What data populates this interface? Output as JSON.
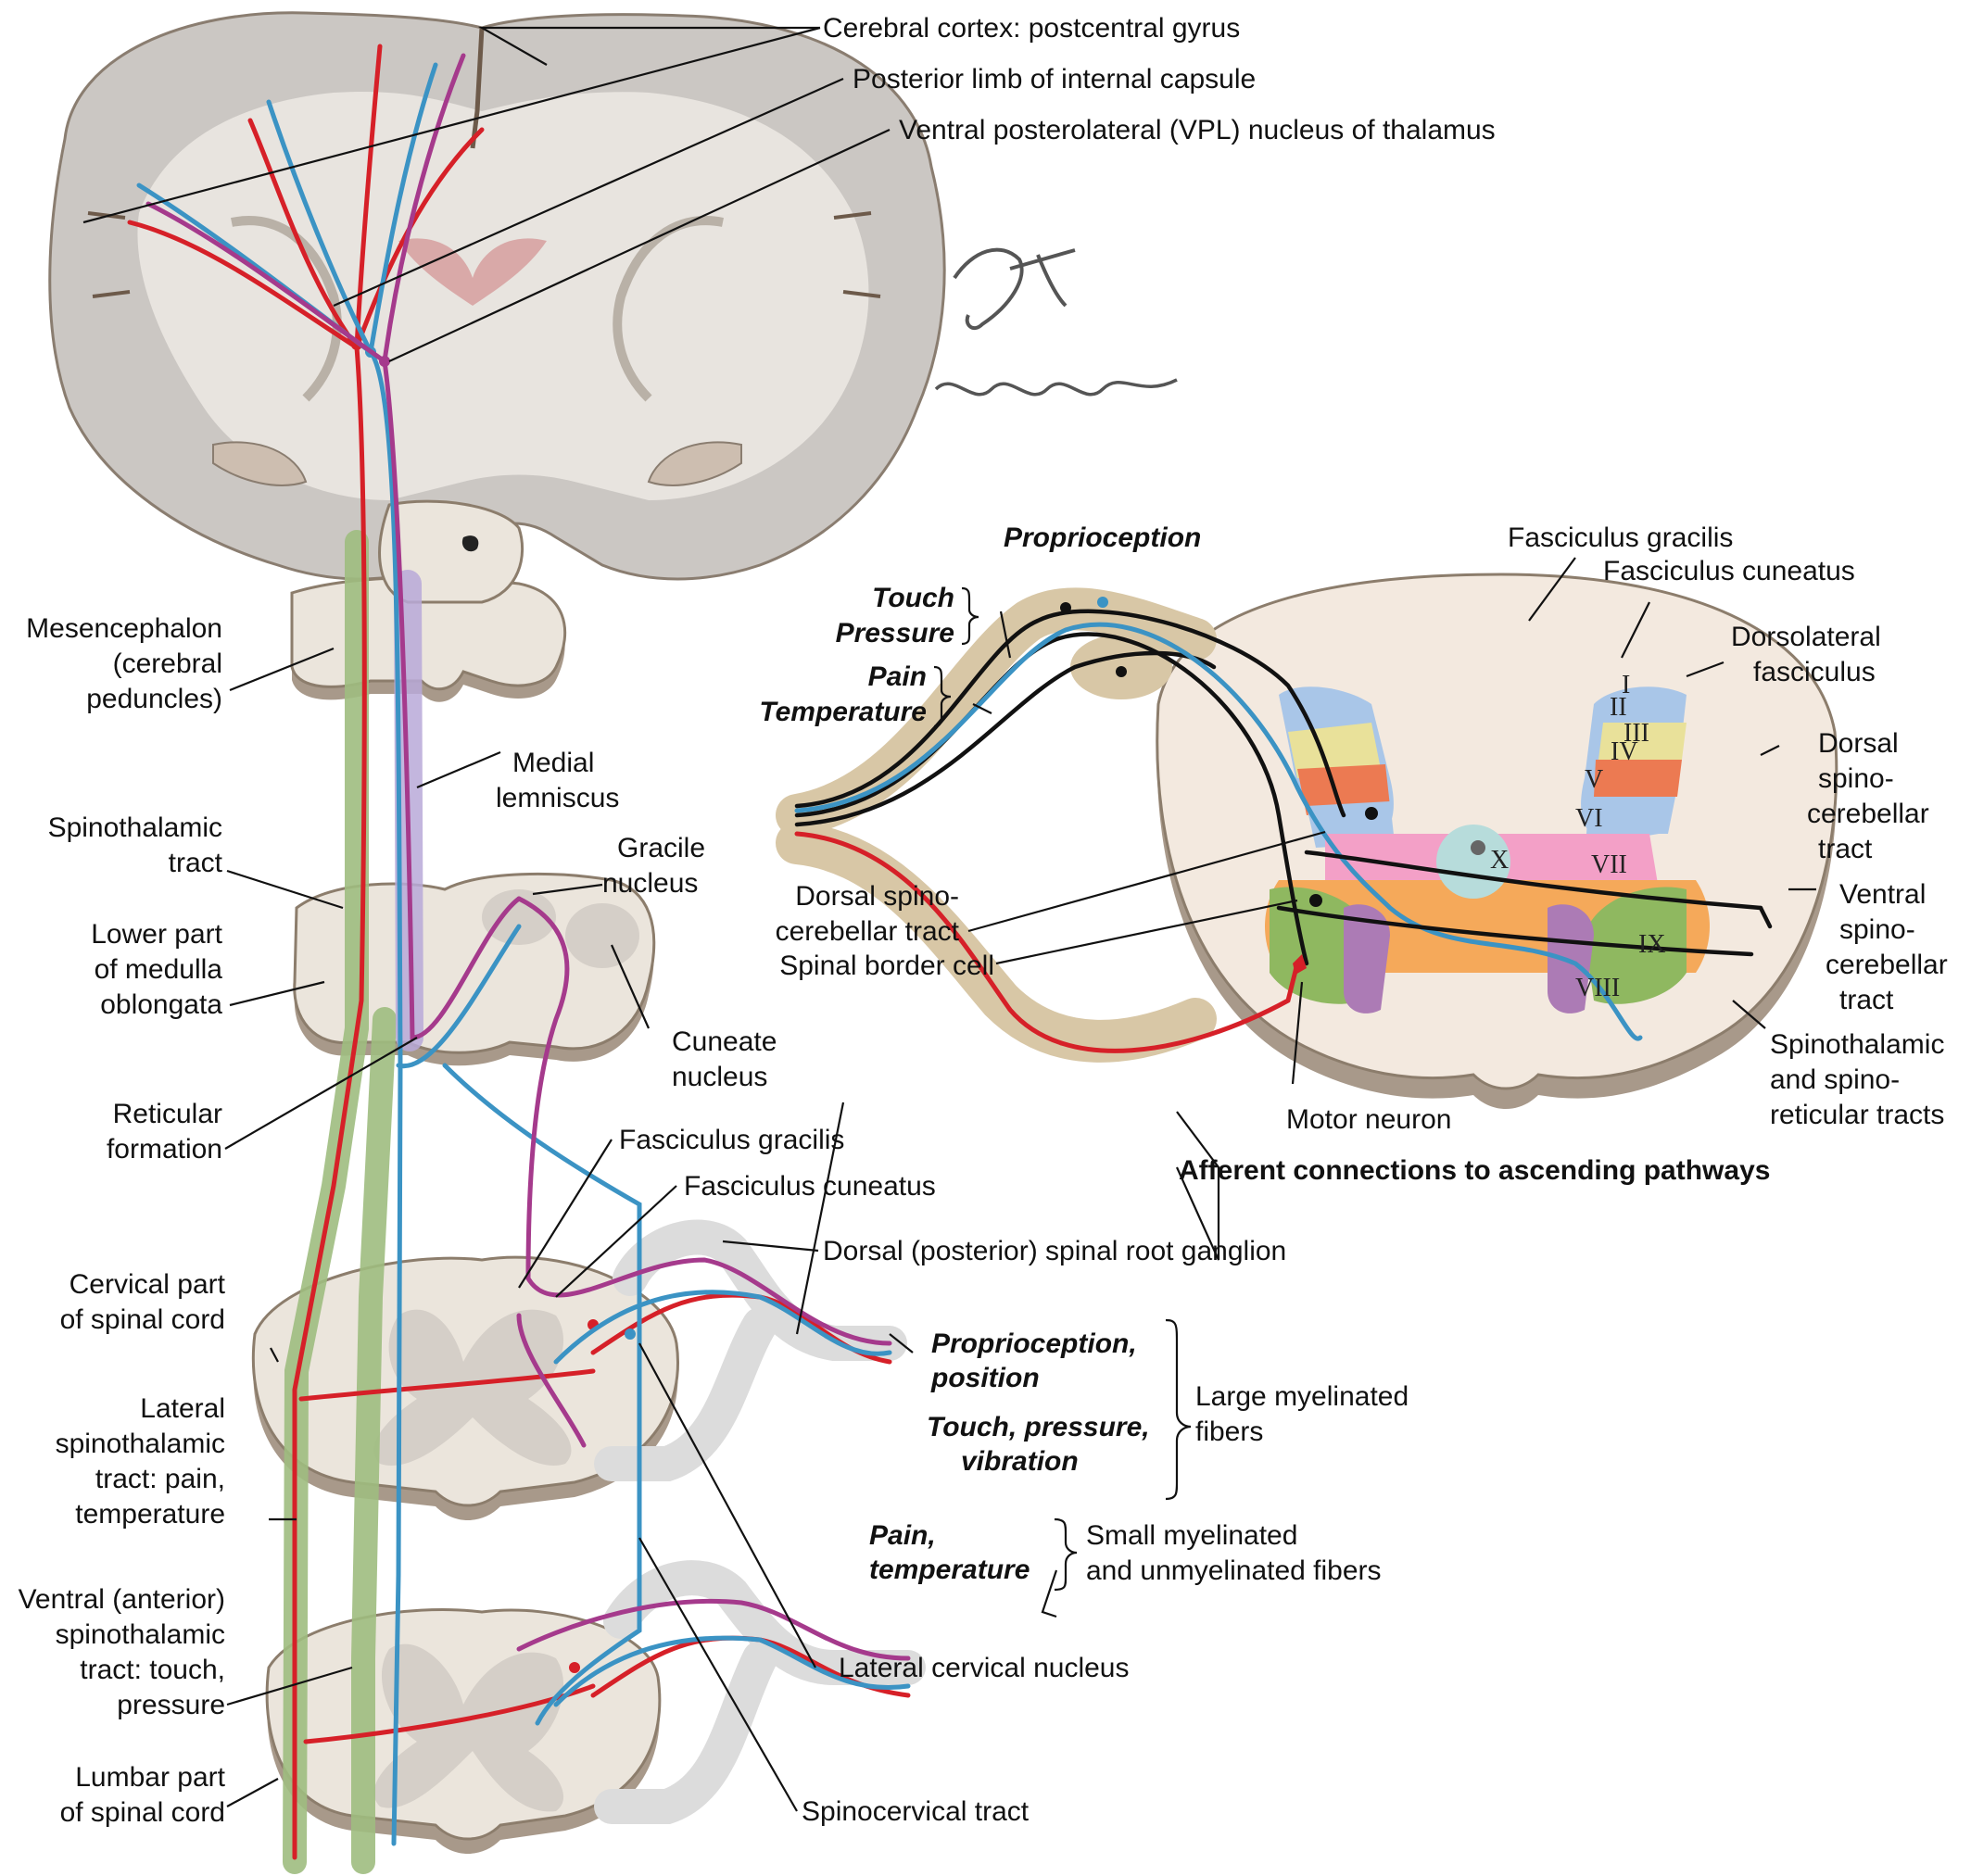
{
  "left_labels": {
    "mesencephalon": [
      "Mesencephalon",
      "(cerebral",
      "peduncles)"
    ],
    "spinothalamic": [
      "Spinothalamic",
      "tract"
    ],
    "medulla": [
      "Lower part",
      "of medulla",
      "oblongata"
    ],
    "reticular": [
      "Reticular",
      "formation"
    ],
    "cervical": [
      "Cervical part",
      "of spinal cord"
    ],
    "lateral_st": [
      "Lateral",
      "spinothalamic",
      "tract: pain,",
      "temperature"
    ],
    "ventral_st": [
      "Ventral (anterior)",
      "spinothalamic",
      "tract: touch,",
      "pressure"
    ],
    "lumbar": [
      "Lumbar part",
      "of spinal cord"
    ]
  },
  "top_labels": {
    "cortex": "Cerebral cortex: postcentral gyrus",
    "capsule": "Posterior limb of internal capsule",
    "vpl": "Ventral posterolateral (VPL) nucleus of thalamus"
  },
  "middle_labels": {
    "medial_lemniscus": [
      "Medial",
      "lemniscus"
    ],
    "gracile_nucleus": [
      "Gracile",
      "nucleus"
    ],
    "cuneate_nucleus": [
      "Cuneate",
      "nucleus"
    ],
    "fasciculus_gracilis": "Fasciculus gracilis",
    "fasciculus_cuneatus": "Fasciculus cuneatus",
    "drg": "Dorsal (posterior) spinal root ganglion",
    "lateral_cervical": "Lateral cervical nucleus",
    "spinocervical": "Spinocervical tract"
  },
  "modalities": {
    "proprioception": [
      "Proprioception,",
      "position"
    ],
    "touch": [
      "Touch, pressure,",
      "vibration"
    ],
    "pain": [
      "Pain,",
      "temperature"
    ],
    "large_fibers": [
      "Large myelinated",
      "fibers"
    ],
    "small_fibers": [
      "Small myelinated",
      "and unmyelinated fibers"
    ]
  },
  "inset": {
    "proprioception": "Proprioception",
    "touch": "Touch",
    "pressure": "Pressure",
    "pain": "Pain",
    "temperature": "Temperature",
    "fasciculus_gracilis": "Fasciculus gracilis",
    "fasciculus_cuneatus": "Fasciculus cuneatus",
    "dorsolateral": [
      "Dorsolateral",
      "fasciculus"
    ],
    "dorsal_spinocerebellar_right": [
      "Dorsal",
      "spino-",
      "cerebellar",
      "tract"
    ],
    "ventral_spinocerebellar": [
      "Ventral",
      "spino-",
      "cerebellar",
      "tract"
    ],
    "spinothalamic_reticular": [
      "Spinothalamic",
      "and spino-",
      "reticular tracts"
    ],
    "dorsal_spinocerebellar_left": [
      "Dorsal spino-",
      "cerebellar tract"
    ],
    "spinal_border": "Spinal border cell",
    "motor_neuron": "Motor neuron",
    "caption": "Afferent connections to ascending pathways",
    "laminae": [
      "I",
      "II",
      "III",
      "IV",
      "V",
      "VI",
      "VII",
      "VIII",
      "IX",
      "X"
    ]
  },
  "colors": {
    "pain_pathway": "#d62028",
    "touch_pathway": "#3b93c4",
    "proprioception_pathway": "#a53a8c",
    "spinothalamic_tract": "#9fbd80",
    "medial_lemniscus": "#b8a9d8"
  }
}
